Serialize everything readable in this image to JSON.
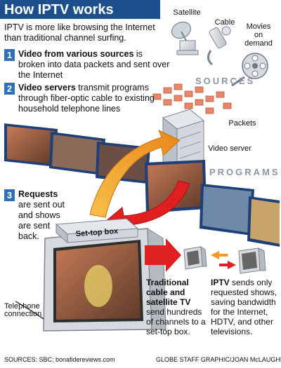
{
  "title": "How IPTV works",
  "intro": "IPTV is more like browsing the Internet than traditional channel surfing.",
  "steps": [
    {
      "num": "1",
      "bold": "Video from various sources",
      "text": " is broken into data packets and sent over the Internet"
    },
    {
      "num": "2",
      "bold": "Video servers",
      "text": " transmit programs through fiber-optic cable to existing household telephone lines"
    },
    {
      "num": "3",
      "bold": "Requests",
      "text": " are sent out and shows are sent back."
    }
  ],
  "labels": {
    "satellite": "Satellite",
    "cable": "Cable",
    "movies": "Movies on demand",
    "sources": "SOURCES",
    "packets": "Packets",
    "video_server": "Video server",
    "programs": "PROGRAMS",
    "set_top_box": "Set-top box",
    "telephone": "Telephone connection"
  },
  "captions": {
    "traditional_bold": "Traditional cable and satellite TV",
    "traditional_text": " send hundreds of channels to a set-top box.",
    "iptv_bold": "IPTV",
    "iptv_text": " sends only requested shows, saving bandwidth for the Internet, HDTV, and other televisions."
  },
  "credits": {
    "sources": "SOURCES: SBC; bonafidereviews.com",
    "graphic": "GLOBE STAFF GRAPHIC/JOAN McLAUGHLIN"
  },
  "colors": {
    "title_bg": "#1d4f8c",
    "step_badge": "#2f6fb8",
    "packet": "#e9866a",
    "red_arrow": "#e02020",
    "orange_arrow": "#f29a1f"
  }
}
